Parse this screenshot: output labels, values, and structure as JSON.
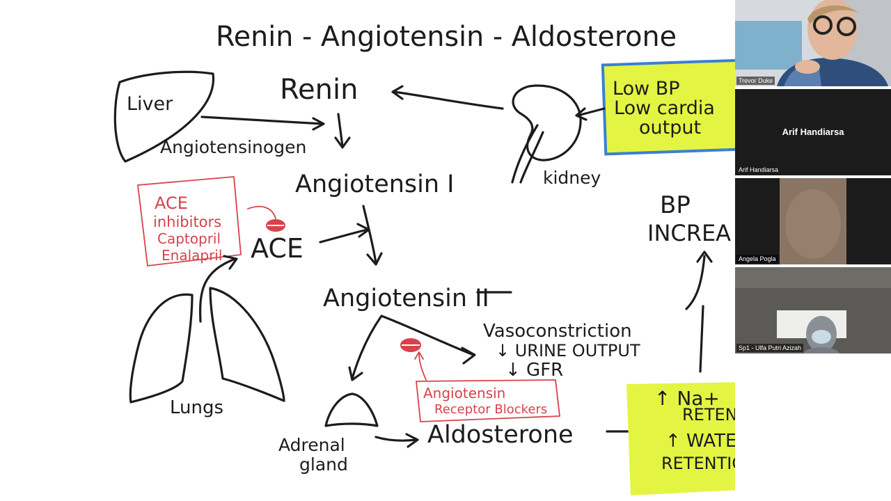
{
  "slide": {
    "title": "Renin - Angiotensin - Aldosterone",
    "labels": {
      "liver": "Liver",
      "renin": "Renin",
      "angiotensinogen": "Angiotensinogen",
      "kidney": "kidney",
      "angiotensin1": "Angiotensin I",
      "ace": "ACE",
      "angiotensin2": "Angiotensin II",
      "lungs": "Lungs",
      "adrenal1": "Adrenal",
      "adrenal2": "gland",
      "aldosterone": "Aldosterone",
      "vaso": "Vasoconstriction",
      "urine": "↓ URINE OUTPUT",
      "gfr": "↓ GFR",
      "bp1": "BP",
      "bp2": "INCREA"
    },
    "low_bp_note": [
      "Low BP",
      "Low cardia",
      "output"
    ],
    "ace_inhibitors_note": [
      "ACE",
      "inhibitors",
      "Captopril",
      "Enalapril"
    ],
    "arb_note": [
      "Angiotensin",
      "Receptor Blockers"
    ],
    "retention_note": [
      "↑ Na+",
      "RETENTION",
      "↑ WATER",
      "RETENTION"
    ],
    "colors": {
      "ink": "#1c1c1c",
      "red_ink": "#d7424c",
      "highlight": "#e3f542",
      "note_border": "#3b7fd4"
    }
  },
  "participants": [
    {
      "name": "Trevor Duke",
      "has_video": true
    },
    {
      "name": "Arif Handiarsa",
      "display_name": "Arif Handiarsa",
      "has_video": false
    },
    {
      "name": "Angela Pogla",
      "has_video": true
    },
    {
      "name": "Sp1 - Ulfa Putri Azizah",
      "has_video": true
    }
  ]
}
